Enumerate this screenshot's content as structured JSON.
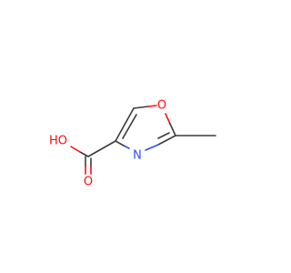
{
  "molecule": {
    "atoms": {
      "ring_oxygen": "O",
      "ring_nitrogen": "N",
      "carbonyl_oxygen": "O",
      "hydroxyl": "HO"
    },
    "colors": {
      "bond": "#3b3b3b",
      "oxygen": "#ff0d0d",
      "nitrogen": "#3050f8"
    }
  }
}
